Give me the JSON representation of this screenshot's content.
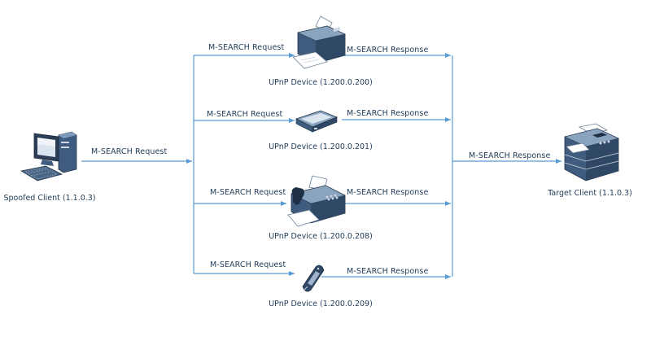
{
  "spoofed_client": {
    "label": "Spoofed Client (1.1.0.3)",
    "icon": "desktop-computer-icon"
  },
  "target_client": {
    "label": "Target Client (1.1.0.3)",
    "icon": "multifunction-printer-icon"
  },
  "spoofed_to_hub_message": "M-SEARCH Request",
  "hub_to_target_message": "M-SEARCH Response",
  "devices": [
    {
      "label": "UPnP Device (1.200.0.200)",
      "icon": "printer-icon",
      "request": "M-SEARCH Request",
      "response": "M-SEARCH Response"
    },
    {
      "label": "UPnP Device (1.200.0.201)",
      "icon": "scanner-icon",
      "request": "M-SEARCH Request",
      "response": "M-SEARCH Response"
    },
    {
      "label": "UPnP Device (1.200.0.208)",
      "icon": "fax-machine-icon",
      "request": "M-SEARCH Request",
      "response": "M-SEARCH Response"
    },
    {
      "label": "UPnP Device (1.200.0.209)",
      "icon": "mobile-phone-icon",
      "request": "M-SEARCH Request",
      "response": "M-SEARCH Response"
    }
  ],
  "colors": {
    "wire": "#5b9bd5",
    "text": "#1f3b57",
    "device_body": "#3f5b7e",
    "device_light": "#cfd8e3"
  }
}
